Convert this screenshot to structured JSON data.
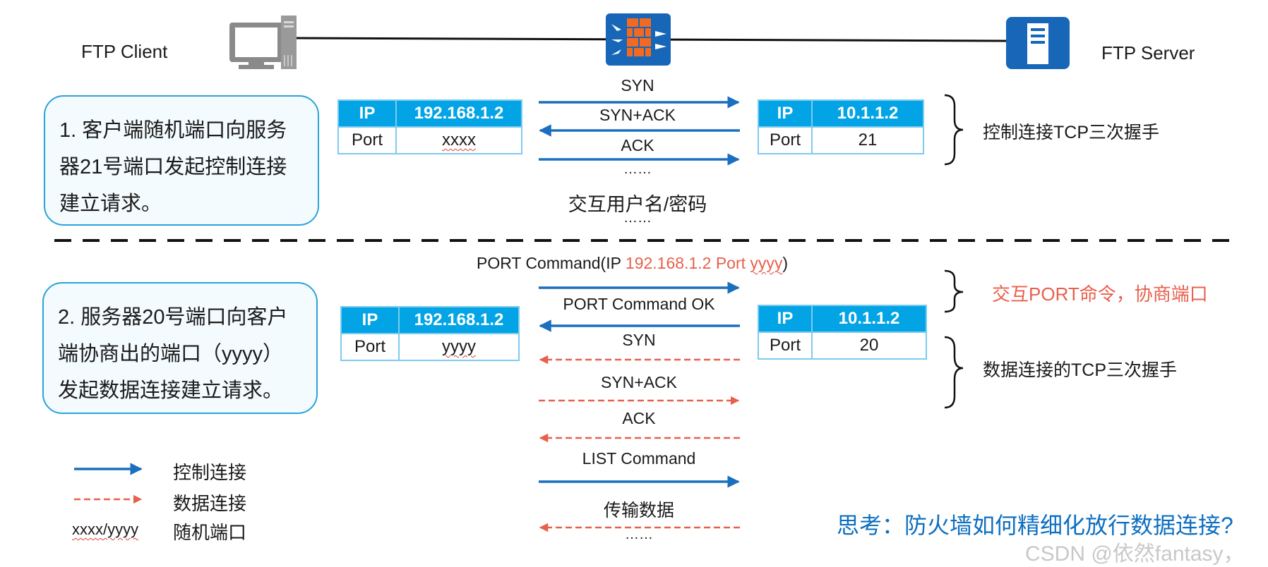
{
  "top": {
    "client_label": "FTP Client",
    "server_label": "FTP Server"
  },
  "step1": {
    "text": "1. 客户端随机端口向服务器21号端口发起控制连接建立请求。",
    "client_table": {
      "ip_header": "IP",
      "ip_value": "192.168.1.2",
      "port_label": "Port",
      "port_value": "xxxx"
    },
    "server_table": {
      "ip_header": "IP",
      "ip_value": "10.1.1.2",
      "port_label": "Port",
      "port_value": "21"
    },
    "messages": [
      "SYN",
      "SYN+ACK",
      "ACK",
      "……"
    ],
    "exchange_text": "交互用户名/密码",
    "exchange_dots": "……",
    "brace_label": "控制连接TCP三次握手"
  },
  "step2": {
    "text": "2. 服务器20号端口向客户端协商出的端口（yyyy）发起数据连接建立请求。",
    "port_command_prefix": "PORT Command(IP ",
    "port_command_ip_port": "192.168.1.2 Port ",
    "port_command_yyyy": "yyyy",
    "port_command_suffix": ")",
    "client_table": {
      "ip_header": "IP",
      "ip_value": "192.168.1.2",
      "port_label": "Port",
      "port_value": "yyyy"
    },
    "server_table": {
      "ip_header": "IP",
      "ip_value": "10.1.1.2",
      "port_label": "Port",
      "port_value": "20"
    },
    "messages": [
      "PORT Command OK",
      "SYN",
      "SYN+ACK",
      "ACK",
      "LIST Command",
      "传输数据",
      "……"
    ],
    "brace_port_label": "交互PORT命令，协商端口",
    "brace_data_label": "数据连接的TCP三次握手"
  },
  "legend": {
    "control_label": "控制连接",
    "data_label": "数据连接",
    "random_key": "xxxx/yyyy",
    "random_label": "随机端口"
  },
  "question": "思考：防火墙如何精细化放行数据连接?",
  "watermark": "CSDN @依然fantasy，",
  "colors": {
    "control": "#1a6fbe",
    "data": "#e8604c",
    "table_header": "#03a4e6",
    "box_border": "#2aa3d8",
    "device": "#1766b7",
    "firewall_bricks": "#f26a21"
  },
  "icons": [
    "computer-icon",
    "firewall-icon",
    "server-icon"
  ]
}
